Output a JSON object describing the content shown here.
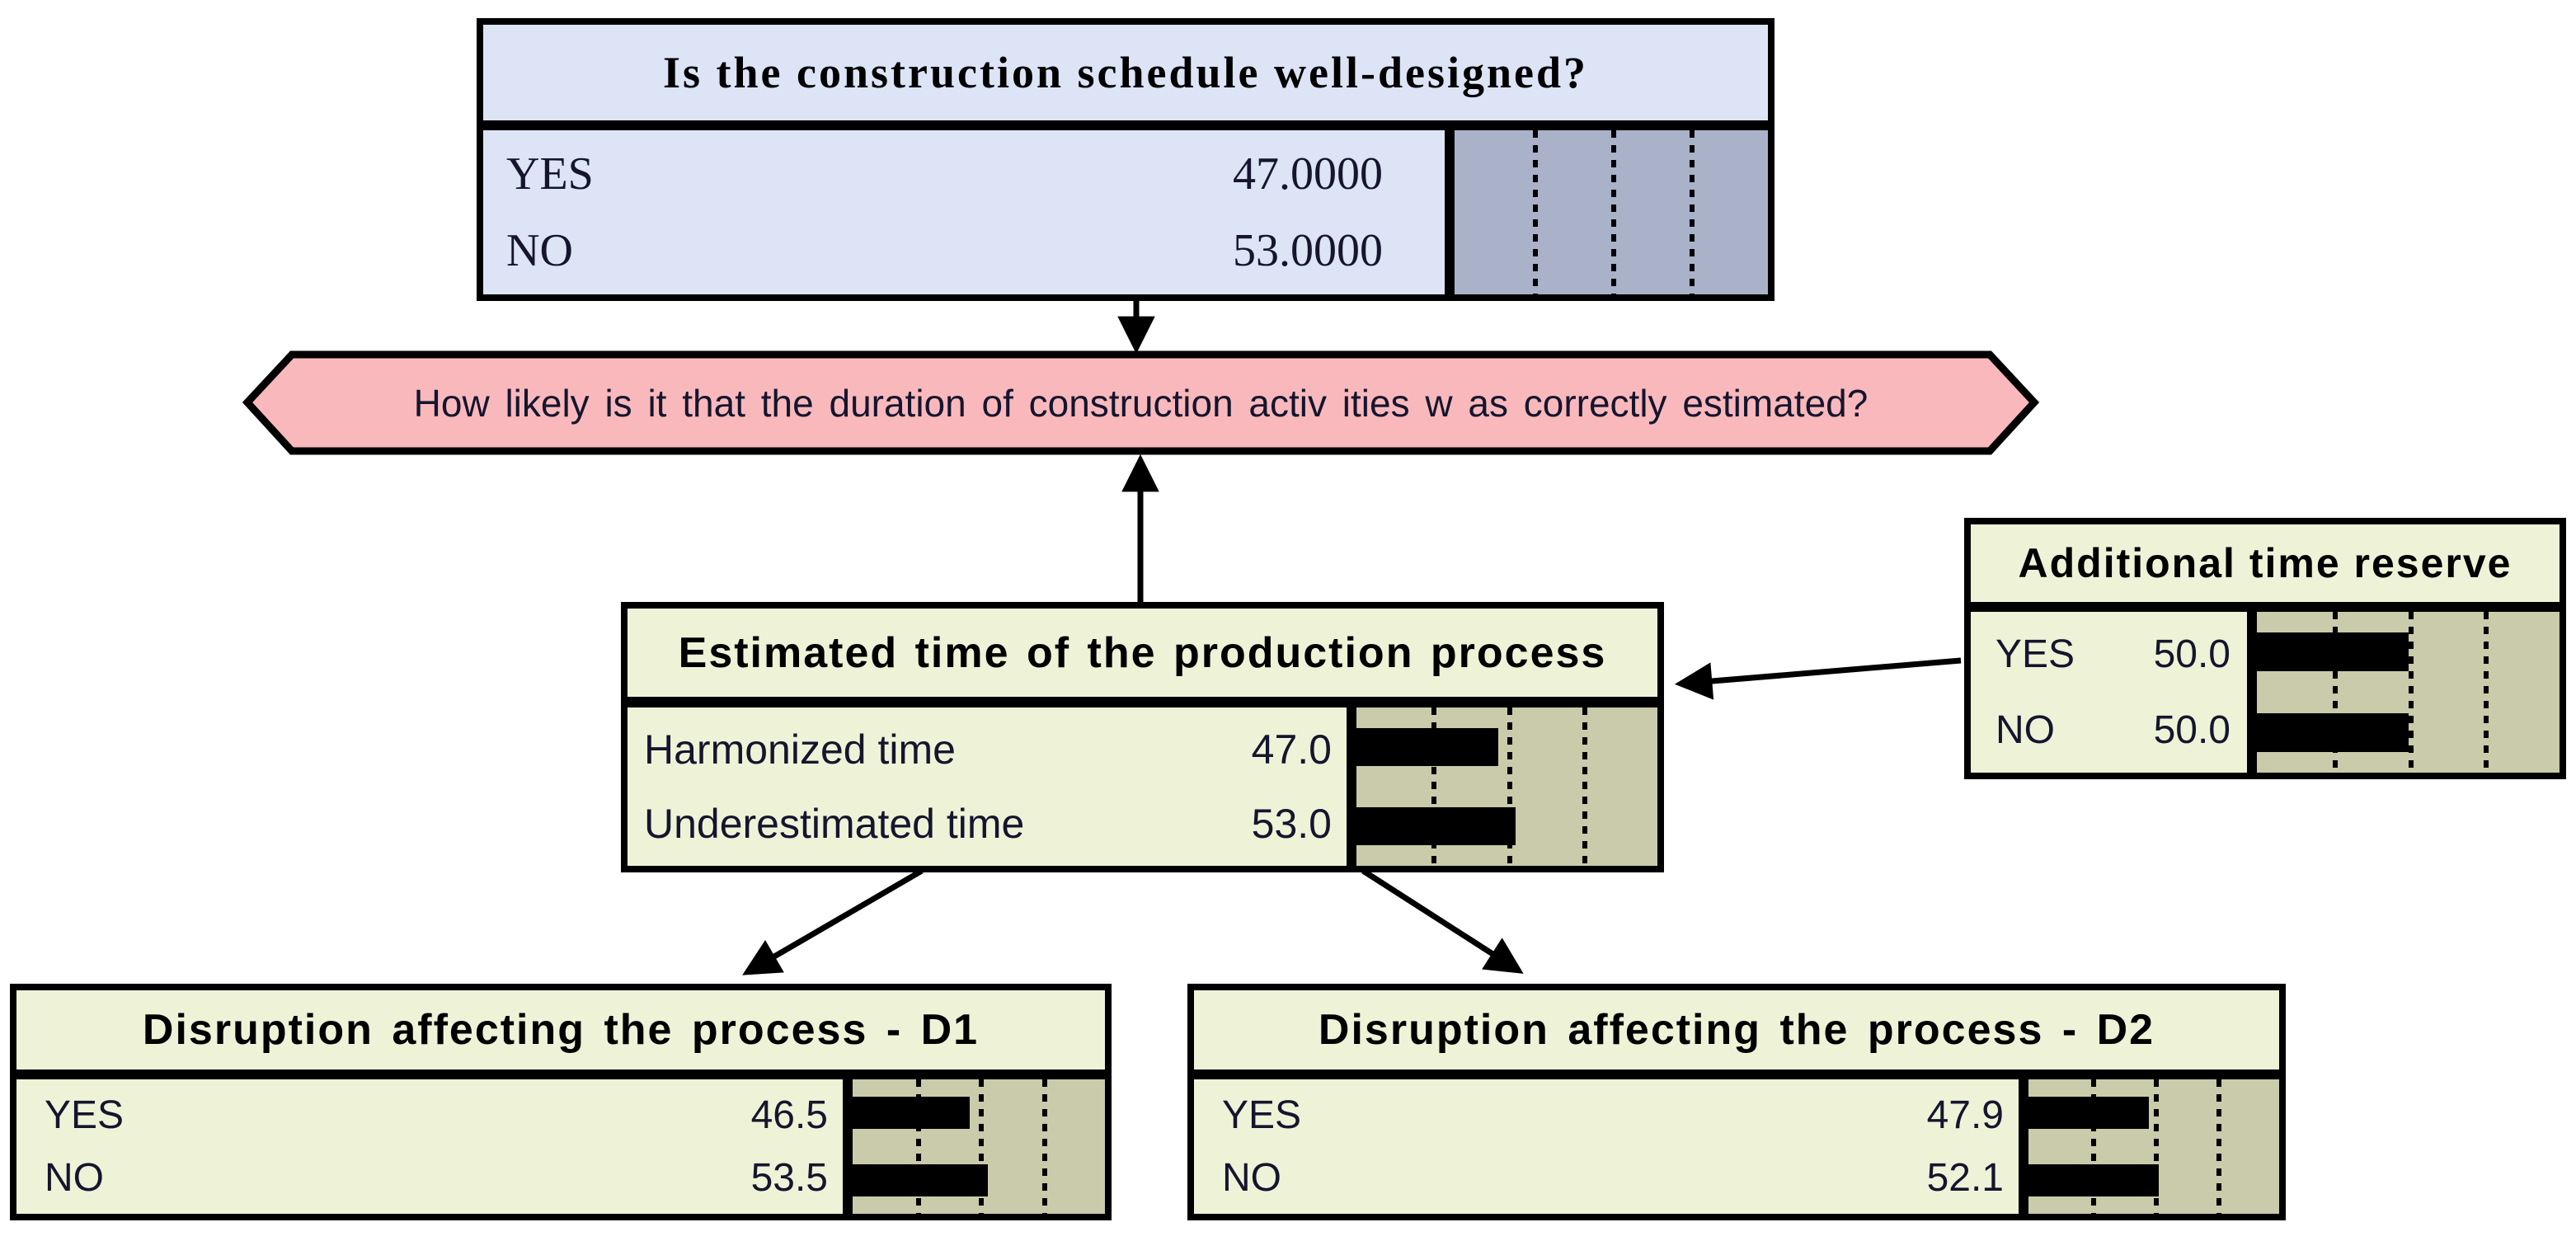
{
  "colors": {
    "background": "#ffffff",
    "blue_fill": "#dce4f6",
    "blue_panel": "#a9b2c8",
    "green_fill": "#eef3d8",
    "green_panel": "#c9cbaa",
    "banner_fill": "#f9b9bc",
    "text": "#15152e",
    "border": "#000000",
    "bar": "#000000"
  },
  "question_banner": {
    "text": "How likely is it that the duration of construction activ ities w as correctly estimated?"
  },
  "nodes": {
    "schedule": {
      "title": "Is the construction schedule well-designed?",
      "rows": [
        {
          "label": "YES",
          "value": "47.0000"
        },
        {
          "label": "NO",
          "value": "53.0000"
        }
      ]
    },
    "estimated": {
      "title": "Estimated time of the production process",
      "rows": [
        {
          "label": "Harmonized time",
          "value": "47.0",
          "bar": 47
        },
        {
          "label": "Underestimated time",
          "value": "53.0",
          "bar": 53
        }
      ]
    },
    "reserve": {
      "title": "Additional time reserve",
      "rows": [
        {
          "label": "YES",
          "value": "50.0",
          "bar": 50
        },
        {
          "label": "NO",
          "value": "50.0",
          "bar": 50
        }
      ]
    },
    "d1": {
      "title": "Disruption affecting the process - D1",
      "rows": [
        {
          "label": "YES",
          "value": "46.5",
          "bar": 46.5
        },
        {
          "label": "NO",
          "value": "53.5",
          "bar": 53.5
        }
      ]
    },
    "d2": {
      "title": "Disruption affecting the process - D2",
      "rows": [
        {
          "label": "YES",
          "value": "47.9",
          "bar": 47.9
        },
        {
          "label": "NO",
          "value": "52.1",
          "bar": 52.1
        }
      ]
    }
  }
}
